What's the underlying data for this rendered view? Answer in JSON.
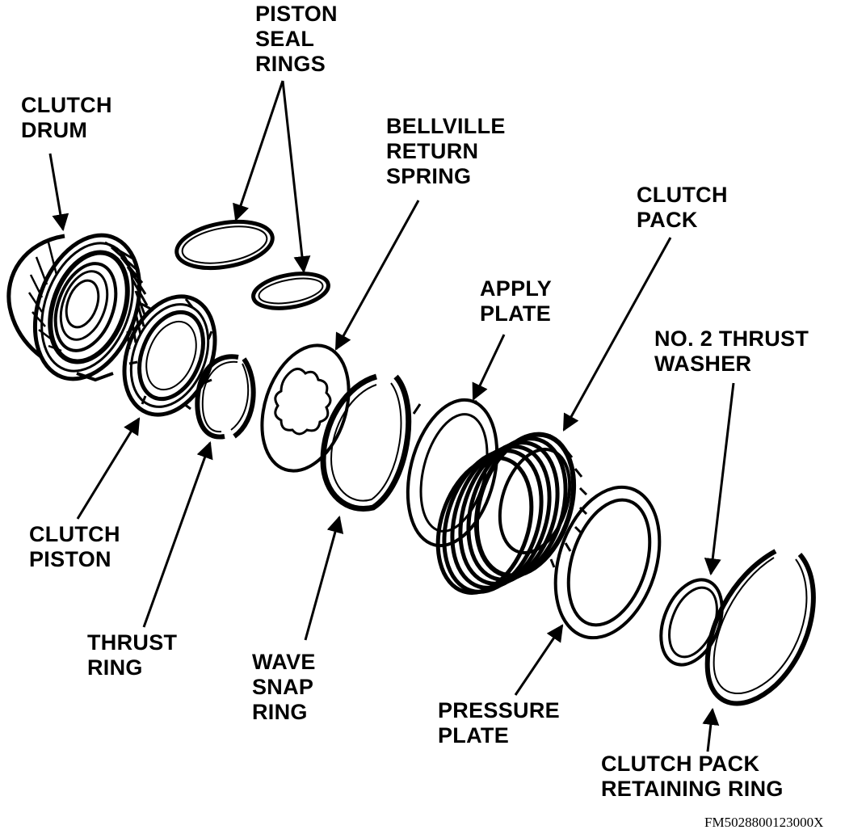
{
  "labels": {
    "piston_seal_rings": [
      "PISTON",
      "SEAL",
      "RINGS"
    ],
    "clutch_drum": [
      "CLUTCH",
      "DRUM"
    ],
    "bellville_return_spring": [
      "BELLVILLE",
      "RETURN",
      "SPRING"
    ],
    "clutch_pack": [
      "CLUTCH",
      "PACK"
    ],
    "apply_plate": [
      "APPLY",
      "PLATE"
    ],
    "no2_thrust_washer": [
      "NO. 2 THRUST",
      "WASHER"
    ],
    "clutch_piston": [
      "CLUTCH",
      "PISTON"
    ],
    "thrust_ring": [
      "THRUST",
      "RING"
    ],
    "wave_snap_ring": [
      "WAVE",
      "SNAP",
      "RING"
    ],
    "pressure_plate": [
      "PRESSURE",
      "PLATE"
    ],
    "clutch_pack_retaining_ring": [
      "CLUTCH PACK",
      "RETAINING RING"
    ]
  },
  "figure_id": "FM5028800123000X",
  "colors": {
    "ink": "#000000",
    "background": "#ffffff"
  }
}
